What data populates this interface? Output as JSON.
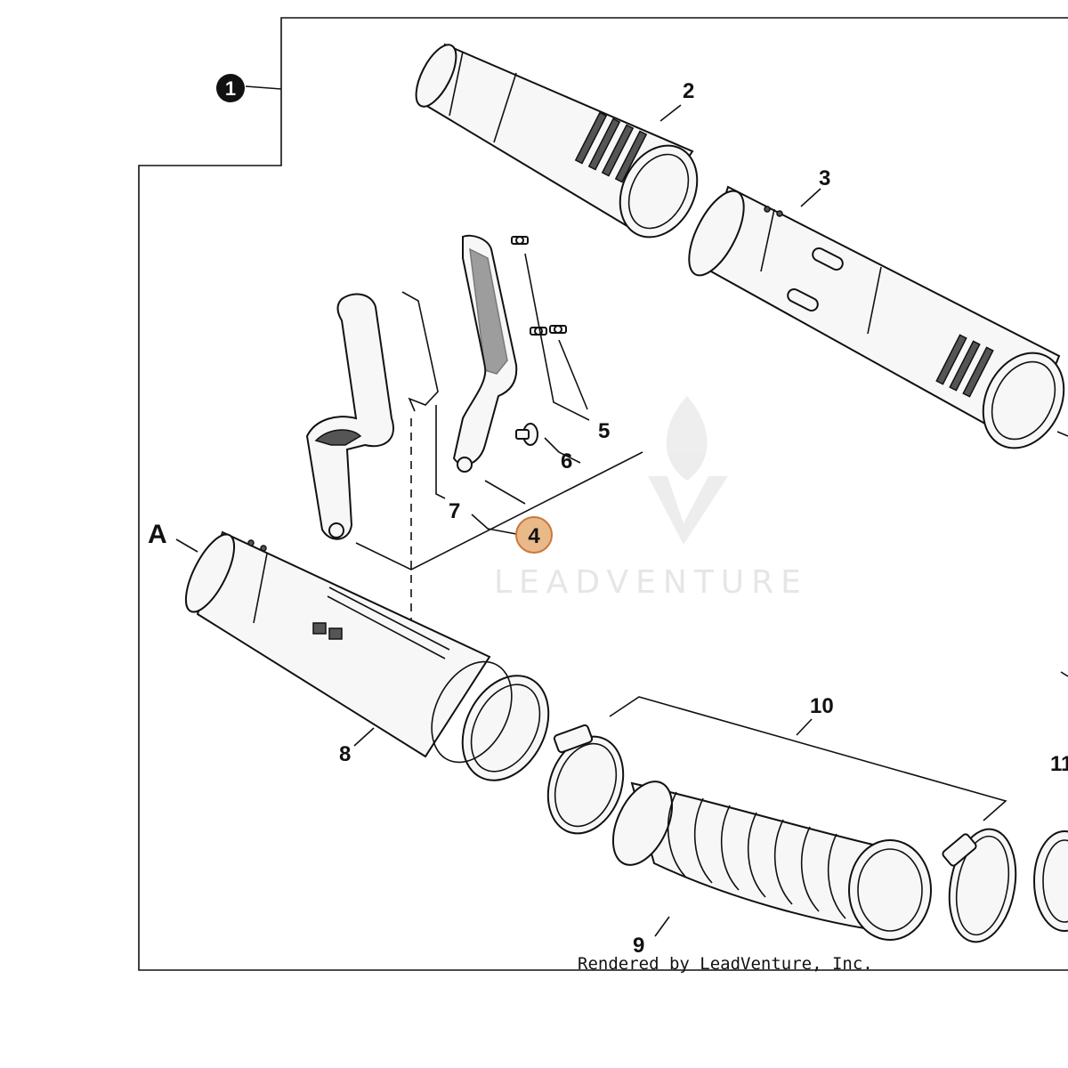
{
  "callouts": {
    "assembly": "1",
    "p2": "2",
    "p3": "3",
    "p4": "4",
    "p5": "5",
    "p6": "6",
    "p7": "7",
    "p8": "8",
    "p9": "9",
    "p10": "10",
    "p11": "11",
    "ref_a": "A"
  },
  "highlight_color": "#e9b98a",
  "highlight_stroke": "#c9793a",
  "watermark": {
    "text": "LEADVENTURE"
  },
  "credit": "Rendered by LeadVenture, Inc."
}
